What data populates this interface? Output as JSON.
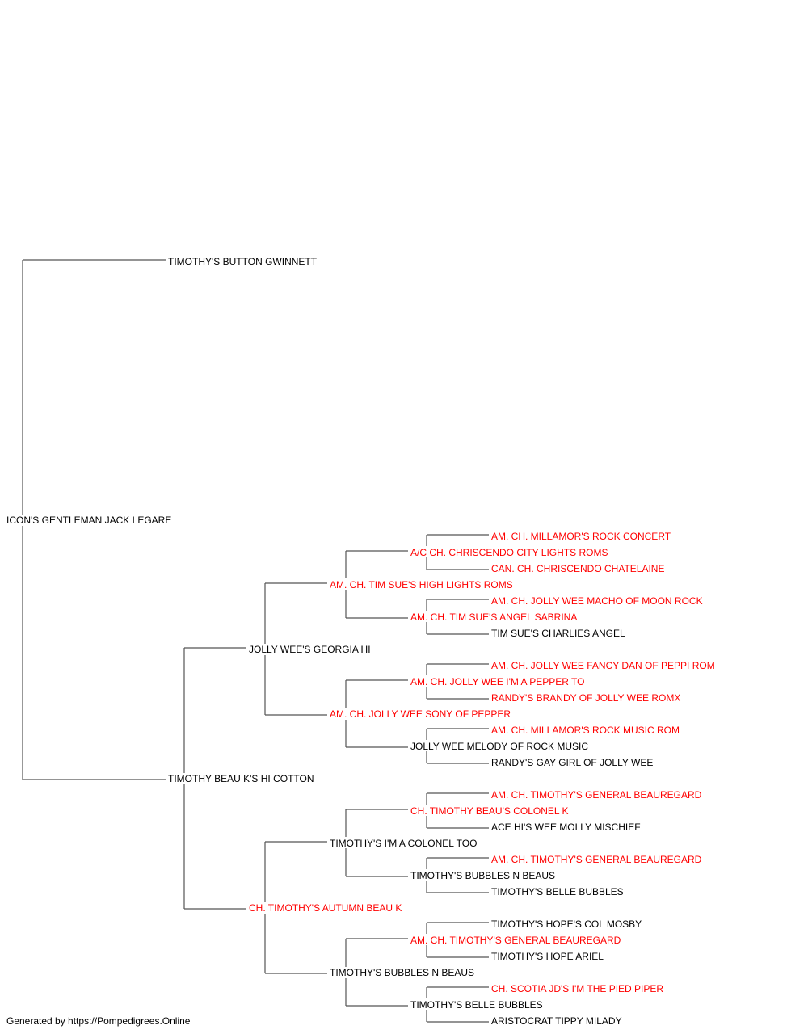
{
  "colors": {
    "champion": "#ff0000",
    "regular": "#000000",
    "connector_line": "#555555"
  },
  "pedigree": {
    "subject": {
      "name": "ICON'S GENTLEMAN JACK LEGARE",
      "champion": false
    },
    "sire": {
      "name": "TIMOTHY'S BUTTON GWINNETT",
      "champion": false
    },
    "dam": {
      "name": "TIMOTHY BEAU K'S HI COTTON",
      "champion": false
    },
    "dam_sire": {
      "name": "JOLLY WEE'S GEORGIA HI",
      "champion": false
    },
    "dam_dam": {
      "name": "CH. TIMOTHY'S AUTUMN BEAU K",
      "champion": true
    },
    "dsire_sire": {
      "name": "AM. CH. TIM SUE'S HIGH LIGHTS ROMS",
      "champion": true
    },
    "dsire_dam": {
      "name": "AM. CH. JOLLY WEE SONY OF PEPPER",
      "champion": true
    },
    "ddam_sire": {
      "name": "TIMOTHY'S I'M A COLONEL TOO",
      "champion": false
    },
    "ddam_dam": {
      "name": "TIMOTHY'S BUBBLES N BEAUS",
      "champion": false
    },
    "g4_1": {
      "name": "A/C CH. CHRISCENDO CITY LIGHTS ROMS",
      "champion": true
    },
    "g4_2": {
      "name": "AM. CH. TIM SUE'S ANGEL SABRINA",
      "champion": true
    },
    "g4_3": {
      "name": "AM. CH. JOLLY WEE I'M A PEPPER TO",
      "champion": true
    },
    "g4_4": {
      "name": "JOLLY WEE MELODY OF ROCK MUSIC",
      "champion": false
    },
    "g4_5": {
      "name": "CH. TIMOTHY BEAU'S COLONEL K",
      "champion": true
    },
    "g4_6": {
      "name": "TIMOTHY'S BUBBLES N BEAUS",
      "champion": false
    },
    "g4_7": {
      "name": "AM. CH. TIMOTHY'S GENERAL BEAUREGARD",
      "champion": true
    },
    "g4_8": {
      "name": "TIMOTHY'S BELLE BUBBLES",
      "champion": false
    },
    "g5_1": {
      "name": "AM. CH. MILLAMOR'S ROCK CONCERT",
      "champion": true
    },
    "g5_2": {
      "name": "CAN. CH. CHRISCENDO CHATELAINE",
      "champion": true
    },
    "g5_3": {
      "name": "AM. CH. JOLLY WEE MACHO OF MOON ROCK",
      "champion": true
    },
    "g5_4": {
      "name": "TIM SUE'S CHARLIES ANGEL",
      "champion": false
    },
    "g5_5": {
      "name": "AM. CH. JOLLY WEE FANCY DAN OF PEPPI ROM",
      "champion": true
    },
    "g5_6": {
      "name": "RANDY'S BRANDY OF JOLLY WEE ROMX",
      "champion": true
    },
    "g5_7": {
      "name": "AM. CH. MILLAMOR'S ROCK MUSIC ROM",
      "champion": true
    },
    "g5_8": {
      "name": "RANDY'S GAY GIRL OF JOLLY WEE",
      "champion": false
    },
    "g5_9": {
      "name": "AM. CH. TIMOTHY'S GENERAL BEAUREGARD",
      "champion": true
    },
    "g5_10": {
      "name": "ACE HI'S WEE MOLLY MISCHIEF",
      "champion": false
    },
    "g5_11": {
      "name": "AM. CH. TIMOTHY'S GENERAL BEAUREGARD",
      "champion": true
    },
    "g5_12": {
      "name": "TIMOTHY'S BELLE BUBBLES",
      "champion": false
    },
    "g5_13": {
      "name": "TIMOTHY'S HOPE'S COL MOSBY",
      "champion": false
    },
    "g5_14": {
      "name": "TIMOTHY'S HOPE ARIEL",
      "champion": false
    },
    "g5_15": {
      "name": "CH. SCOTIA JD'S I'M THE PIED PIPER",
      "champion": true
    },
    "g5_16": {
      "name": "ARISTOCRAT TIPPY MILADY",
      "champion": false
    }
  },
  "footer": {
    "text": "Generated by https://Pompedigrees.Online"
  }
}
